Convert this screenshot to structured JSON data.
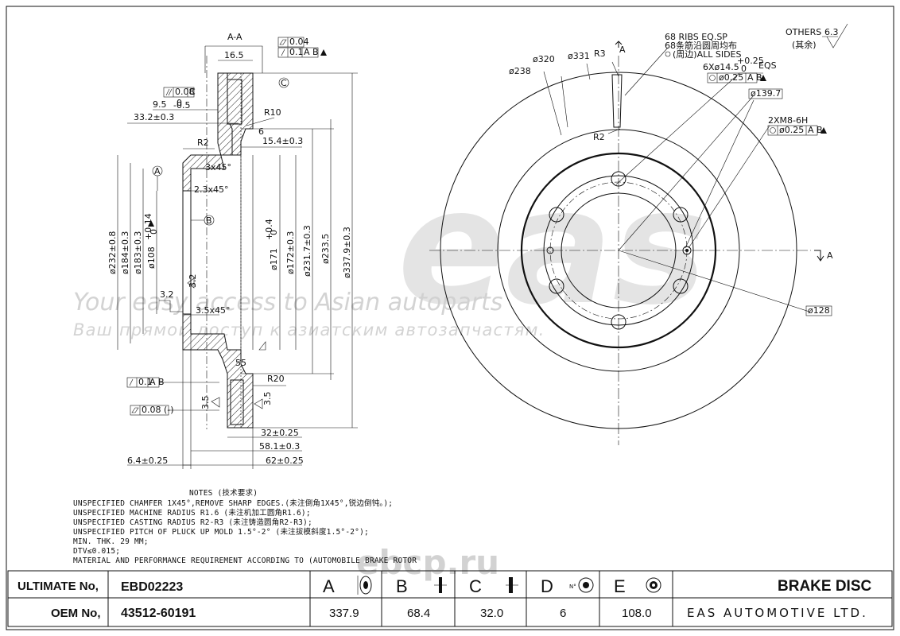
{
  "section_view": {
    "section_label": "A-A",
    "datums": [
      "A",
      "B",
      "C"
    ],
    "tolerances": {
      "flat_top": "0.04",
      "runout_top": "0.1",
      "runout_top_ref": "A B",
      "parallel": "0.08",
      "parallel_ref": "C",
      "runout_bottom": "0.1",
      "runout_bottom_ref": "A B",
      "flat_bottom": "0.08 (-)"
    },
    "dims": {
      "d16_5": "16.5",
      "d9_5": "9.5",
      "d9_5_tol": "-0.5",
      "d9_5_tol_top": "0",
      "d33_2": "33.2±0.3",
      "r10": "R10",
      "r2": "R2",
      "six": "6",
      "d15_4": "15.4±0.3",
      "ch3x45": "3x45°",
      "ch2_3x45": "2.3x45°",
      "ch3_5x45": "3.5x45°",
      "d3_2a": "3.2",
      "d3_2b": "3.2",
      "d55": "55",
      "r20": "R20",
      "d3_5a": "3.5",
      "d3_5b": "3.5",
      "d32": "32±0.25",
      "d58_1": "58.1±0.3",
      "d6_4": "6.4±0.25",
      "d62": "62±0.25",
      "phi232": "ø232±0.8",
      "phi184": "ø184±0.3",
      "phi183": "ø183±0.3",
      "phi108": "ø108",
      "phi108_tol": "+0.14",
      "phi108_tol2": "0",
      "phi171": "ø171",
      "phi171_tol": "+0.4",
      "phi171_tol2": "0",
      "phi172": "ø172±0.3",
      "phi231_7": "ø231.7±0.3",
      "phi233_5": "ø233.5",
      "phi337_9": "ø337.9±0.3"
    }
  },
  "front_view": {
    "ribs_line1": "68 RIBS EQ.SP",
    "ribs_line2": "68条筋沿圆周均布",
    "ribs_line3": "(周边)ALL SIDES",
    "others": "OTHERS",
    "others_cn": "(其余)",
    "roughness": "6.3",
    "phi320": "ø320",
    "phi331": "ø331",
    "r3": "R3",
    "phi238": "ø238",
    "r2": "R2",
    "holes": "6Xø14.5",
    "holes_tol_top": "+0.25",
    "holes_tol_bottom": "0",
    "holes_eqs": "EQS",
    "holes_pos": "ø0.25",
    "holes_ref": "A B",
    "phi139_7": "ø139.7",
    "thread": "2XM8-6H",
    "thread_pos": "ø0.25",
    "thread_ref": "A B",
    "phi128": "ø128",
    "section_mark": "A"
  },
  "watermark": {
    "line1": "Your easy access to Asian autoparts",
    "line2": "Ваш прямой доступ к азиатским автозапчастям.",
    "logo": "eas",
    "site": "ebcp.ru"
  },
  "notes": {
    "title": "NOTES (技术要求)",
    "lines": [
      "UNSPECIFIED CHAMFER 1X45°,REMOVE SHARP EDGES.(未注倒角1X45°,锐边倒钝。);",
      "UNSPECIFIED MACHINE RADIUS R1.6 (未注机加工圆角R1.6);",
      "UNSPECIFIED CASTING RADIUS R2-R3 (未注铸造圆角R2-R3);",
      "UNSPECIFIED PITCH OF PLUCK UP MOLD 1.5°-2° (未注拔模斜度1.5°-2°);",
      "MIN. THK. 29 MM;",
      "DTV≤0.015;",
      "MATERIAL AND PERFORMANCE REQUIREMENT ACCORDING TO (AUTOMOBILE BRAKE ROTOR"
    ]
  },
  "title_block": {
    "ultimate_label": "ULTIMATE No,",
    "ultimate_value": "EBD02223",
    "oem_label": "OEM No,",
    "oem_value": "43512-60191",
    "cols": [
      {
        "letter": "A",
        "value": "337.9"
      },
      {
        "letter": "B",
        "value": "68.4"
      },
      {
        "letter": "C",
        "value": "32.0"
      },
      {
        "letter": "D",
        "value": "6"
      },
      {
        "letter": "E",
        "value": "108.0"
      }
    ],
    "d_icon_label": "N°",
    "title": "BRAKE DISC",
    "company": "EAS AUTOMOTIVE LTD."
  }
}
